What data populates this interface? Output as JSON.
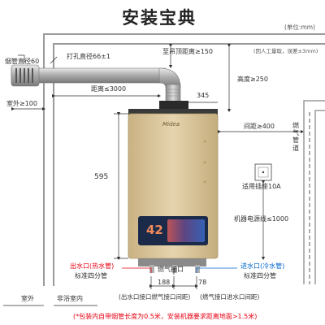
{
  "title": "安装宝典",
  "unit": "(单位:mm)",
  "flue_diameter": "烟管直径60",
  "hole_diameter": "打孔直径66±1",
  "ceiling_dist": "至吊顶距离≥150",
  "manual_note": "(因人工量取，误差±3mm)",
  "distance_3000": "距离≤3000",
  "outdoor_100": "室外≥100",
  "height_250": "高度≥250",
  "width_345": "345",
  "spacing_400": "间距≥400",
  "gas_pipe": "燃气管道",
  "height_595": "595",
  "socket": "适用插座10A",
  "power_cord": "机器电源线≤1000",
  "brand": "Midea",
  "display_temp": "42",
  "hot_outlet": "出水口(热水管)",
  "hot_spec": "标准四分管",
  "gas_inlet": "燃气接口",
  "cold_inlet": "进水口(冷水管)",
  "cold_spec": "标准四分管",
  "dim_188": "188",
  "dim_78": "78",
  "note_hot_gas": "(出水口接口燃气接口间距)",
  "note_gas_cold": "(燃气接口进水口间距)",
  "outdoor": "室外",
  "indoor": "非浴室内",
  "footnote": "(*包装内自带烟管长度为0.5米，安装机器要求距离地面>1.5米)",
  "colors": {
    "heater_body": "#d9c49a",
    "heater_top": "#2a2a2a",
    "flue": "#b5b5b5",
    "wall": "#9a9a9a",
    "dim_line": "#333333",
    "hot": "#e60012",
    "cold": "#0066cc",
    "display_bg": "#1c2a4a"
  }
}
